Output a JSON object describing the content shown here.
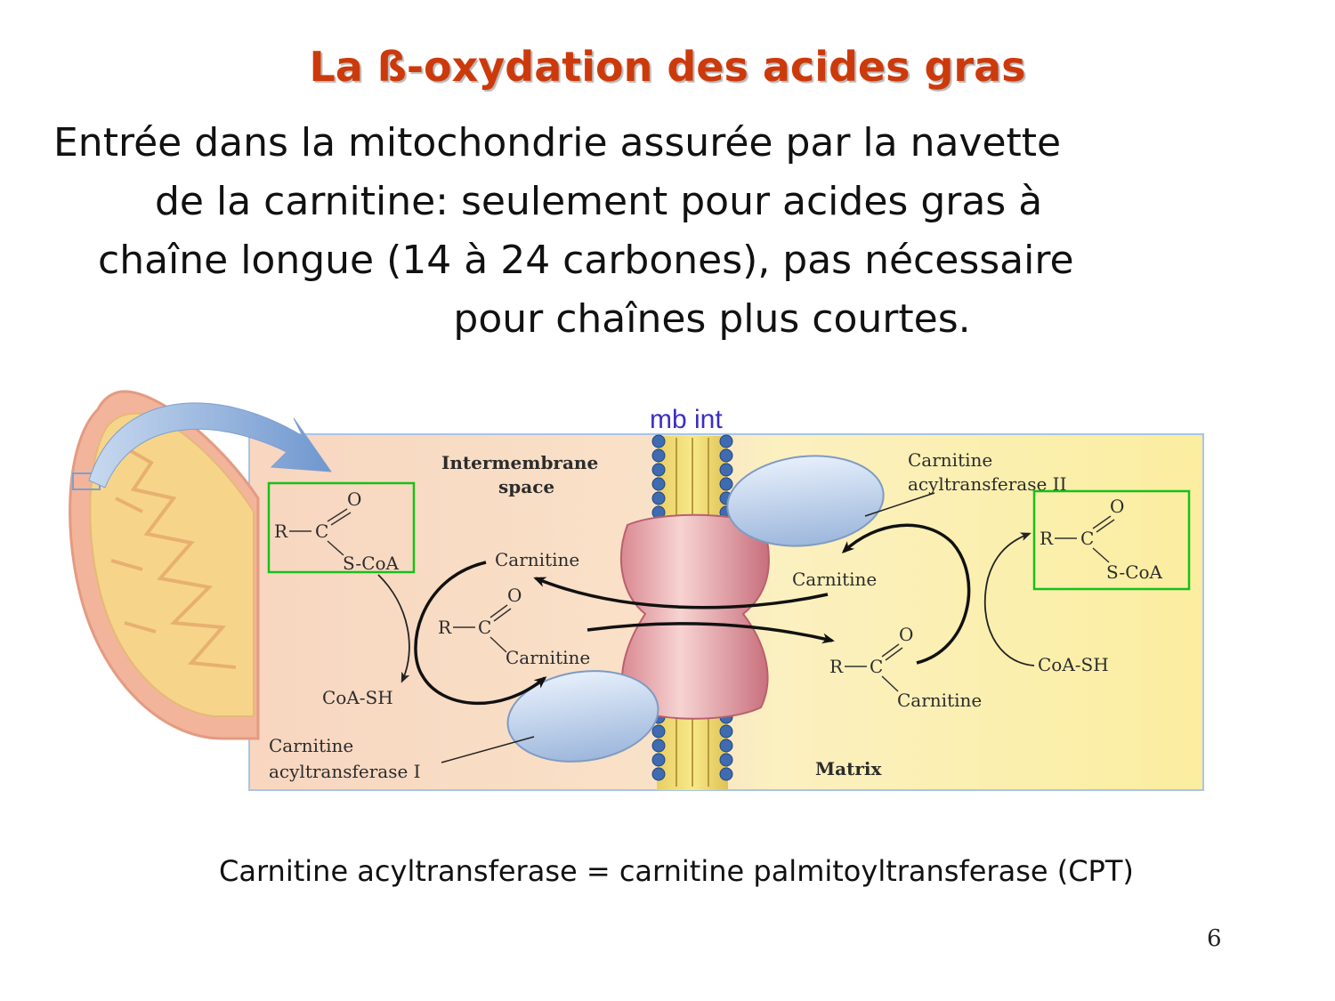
{
  "slide": {
    "title": "La ß-oxydation des acides gras",
    "body_lines": [
      "Entrée dans la mitochondrie assurée par la navette",
      "de la carnitine: seulement pour acides gras à",
      "chaîne longue (14 à 24 carbones), pas nécessaire",
      "pour chaînes plus courtes."
    ],
    "footnote": "Carnitine acyltransferase = carnitine palmitoyltransferase (CPT)",
    "page_number": "6"
  },
  "diagram": {
    "membrane_label": "mb int",
    "intermembrane_label": [
      "Intermembrane",
      "space"
    ],
    "matrix_label": "Matrix",
    "enzyme1_label": [
      "Carnitine",
      "acyltransferase I"
    ],
    "enzyme2_label": [
      "Carnitine",
      "acyltransferase II"
    ],
    "acyl_coa_left": {
      "O": "O",
      "R": "R",
      "C": "C",
      "S": "S-CoA"
    },
    "acyl_coa_right": {
      "O": "O",
      "R": "R",
      "C": "C",
      "S": "S-CoA"
    },
    "acyl_carnitine_left": {
      "O": "O",
      "R": "R",
      "C": "C",
      "tail": "Carnitine"
    },
    "acyl_carnitine_right": {
      "O": "O",
      "R": "R",
      "C": "C",
      "tail": "Carnitine"
    },
    "carnitine_left": "Carnitine",
    "carnitine_right": "Carnitine",
    "coash_left": "CoA-SH",
    "coash_right": "CoA-SH",
    "colors": {
      "highlight_box": "#18c018",
      "membrane_label": "#3a2fc2",
      "title": "#cc3a0c"
    }
  }
}
